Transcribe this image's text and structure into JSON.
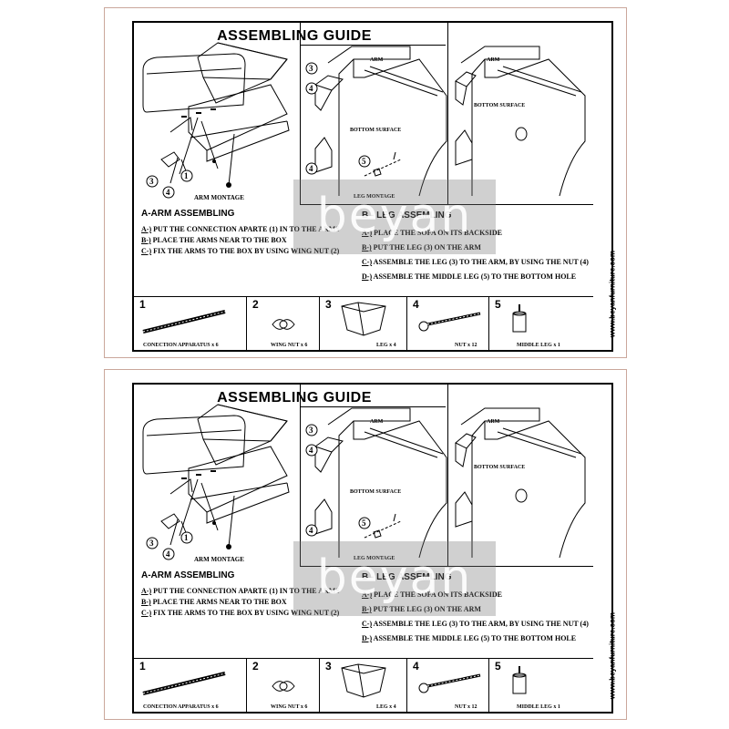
{
  "guide": {
    "title": "ASSEMBLING GUIDE",
    "website": "www.beyanfurniture.com",
    "watermark": "beyan",
    "figure_labels": {
      "arm_montage": "ARM MONTAGE",
      "leg_montage": "LEG MONTAGE",
      "arm": "ARM",
      "bottom_surface": "BOTTOM SURFACE",
      "callout_3": "3",
      "callout_4": "4",
      "callout_5": "5",
      "callout_1": "1"
    },
    "section_a": {
      "heading": "A-ARM ASSEMBLING",
      "steps": [
        {
          "letter": "A-)",
          "text": "PUT THE CONNECTION APARTE (1) IN TO THE ARMS"
        },
        {
          "letter": "B-)",
          "text": "PLACE THE ARMS NEAR TO THE BOX"
        },
        {
          "letter": "C-)",
          "text": "FIX THE ARMS TO THE BOX BY USING WING NUT (2)"
        }
      ]
    },
    "section_b": {
      "heading": "B - LEG ASSEMLING",
      "steps": [
        {
          "letter": "A-)",
          "text": "PLACE THE SOFA ON ITS BACKSIDE"
        },
        {
          "letter": "B-)",
          "text": "PUT THE LEG (3) ON THE ARM"
        },
        {
          "letter": "C-)",
          "text": "ASSEMBLE THE LEG (3) TO THE ARM, BY USING THE NUT (4)"
        },
        {
          "letter": "D-)",
          "text": "ASSEMBLE THE MIDDLE LEG (5) TO THE BOTTOM HOLE"
        }
      ]
    },
    "parts": [
      {
        "num": "1",
        "label": "CONECTION APPARATUS x 6"
      },
      {
        "num": "2",
        "label": "WING NUT x 6"
      },
      {
        "num": "3",
        "label": "LEG x 4"
      },
      {
        "num": "4",
        "label": "NUT x 12"
      },
      {
        "num": "5",
        "label": "MIDDLE  LEG x 1"
      }
    ]
  }
}
